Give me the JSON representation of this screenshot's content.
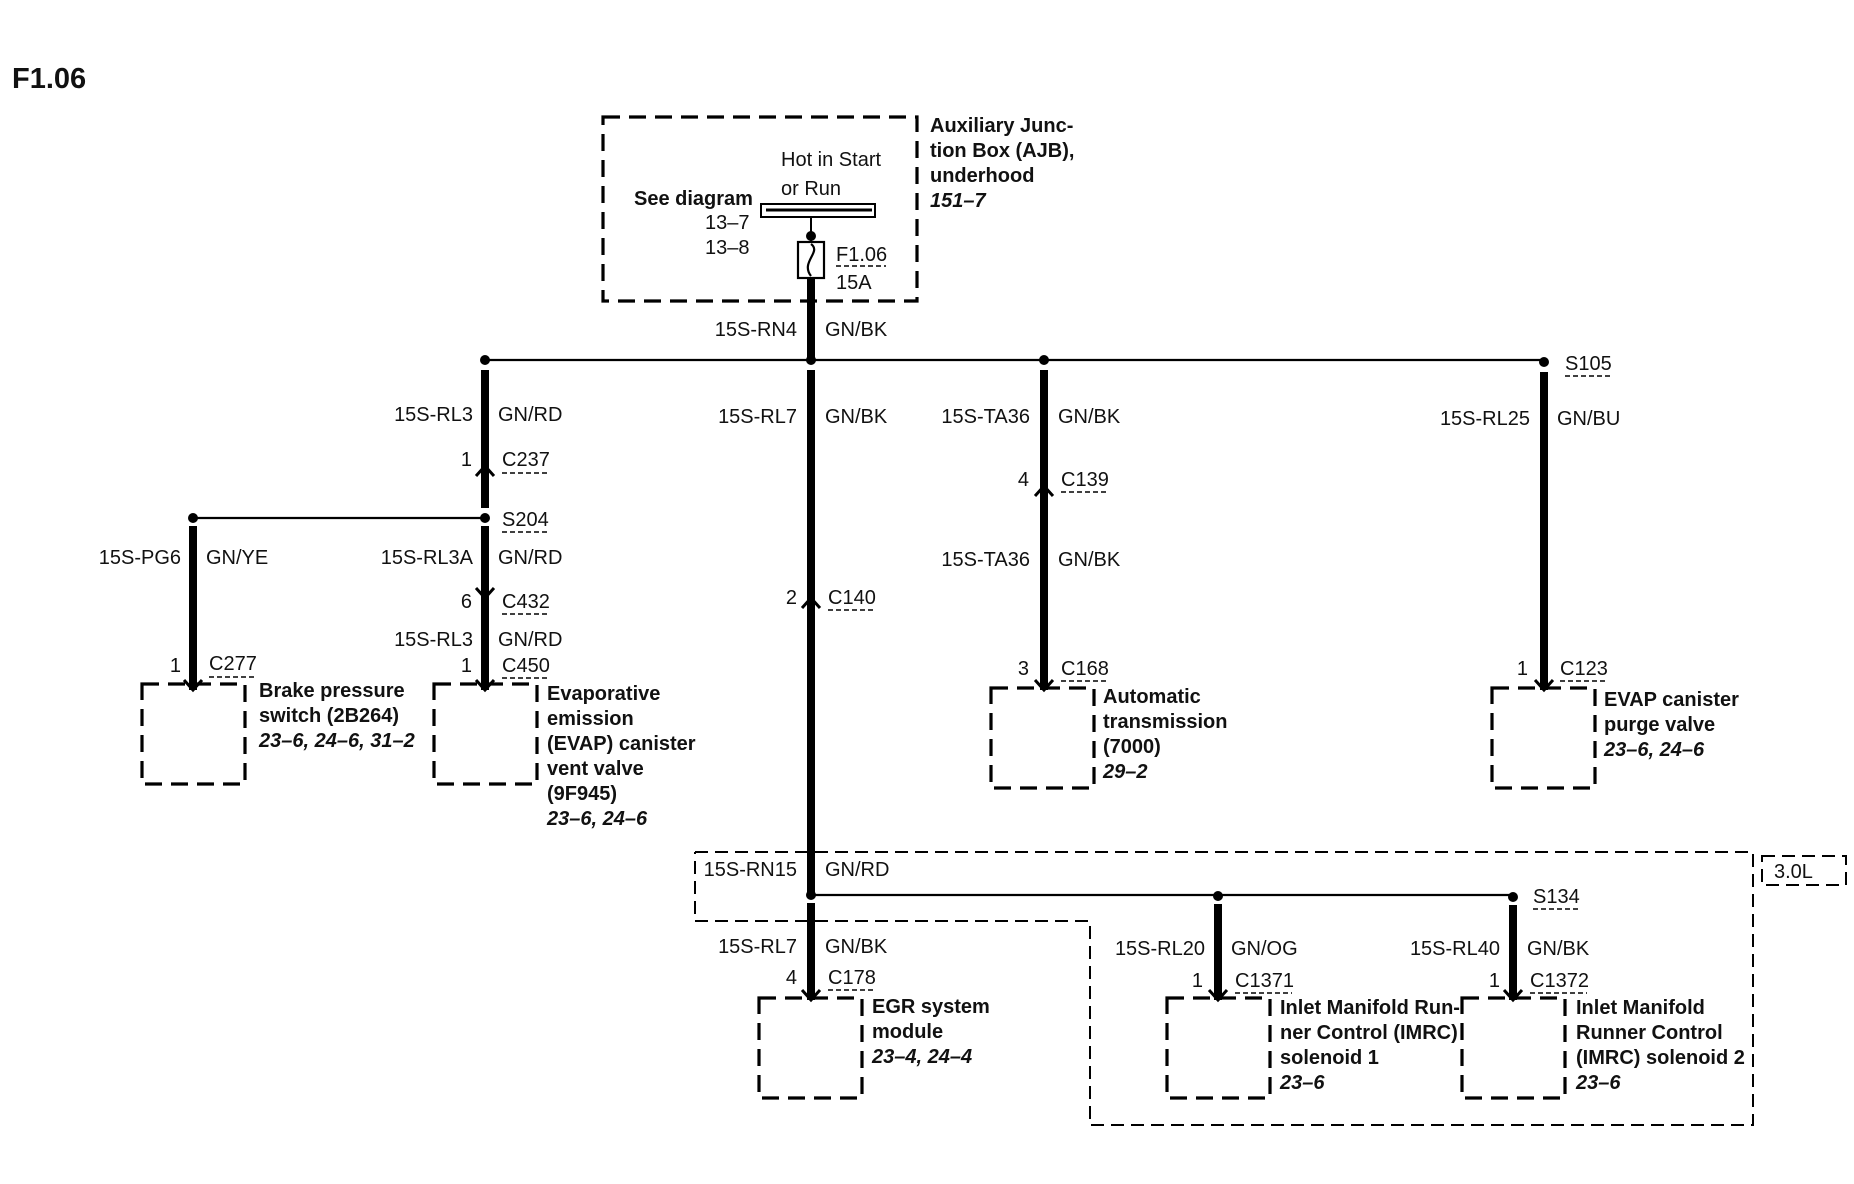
{
  "title": "F1.06",
  "ajb": {
    "name_lines": [
      "Auxiliary Junc-",
      "tion Box (AJB),",
      "underhood"
    ],
    "ref": "151–7",
    "hot_label_lines": [
      "Hot in Start",
      "or Run"
    ],
    "see_diagram": "See diagram",
    "see_refs": [
      "13–7",
      "13–8"
    ],
    "fuse_name": "F1.06",
    "fuse_rating": "15A"
  },
  "wires": {
    "main_feed": {
      "circuit": "15S-RN4",
      "color": "GN/BK"
    },
    "rl3_top": {
      "circuit": "15S-RL3",
      "color": "GN/RD"
    },
    "rl7_top": {
      "circuit": "15S-RL7",
      "color": "GN/BK"
    },
    "ta36_top": {
      "circuit": "15S-TA36",
      "color": "GN/BK"
    },
    "ta36_bottom": {
      "circuit": "15S-TA36",
      "color": "GN/BK"
    },
    "rl25": {
      "circuit": "15S-RL25",
      "color": "GN/BU"
    },
    "pg6": {
      "circuit": "15S-PG6",
      "color": "GN/YE"
    },
    "rl3a": {
      "circuit": "15S-RL3A",
      "color": "GN/RD"
    },
    "rl3_bottom": {
      "circuit": "15S-RL3",
      "color": "GN/RD"
    },
    "rn15": {
      "circuit": "15S-RN15",
      "color": "GN/RD"
    },
    "rl7_bottom": {
      "circuit": "15S-RL7",
      "color": "GN/BK"
    },
    "rl20": {
      "circuit": "15S-RL20",
      "color": "GN/OG"
    },
    "rl40": {
      "circuit": "15S-RL40",
      "color": "GN/BK"
    }
  },
  "splices": {
    "s105": "S105",
    "s204": "S204",
    "s134": "S134"
  },
  "connectors": {
    "c237": {
      "id": "C237",
      "pin": "1"
    },
    "c432": {
      "id": "C432",
      "pin": "6"
    },
    "c450": {
      "id": "C450",
      "pin": "1"
    },
    "c277": {
      "id": "C277",
      "pin": "1"
    },
    "c140": {
      "id": "C140",
      "pin": "2"
    },
    "c139": {
      "id": "C139",
      "pin": "4"
    },
    "c168": {
      "id": "C168",
      "pin": "3"
    },
    "c123": {
      "id": "C123",
      "pin": "1"
    },
    "c178": {
      "id": "C178",
      "pin": "4"
    },
    "c1371": {
      "id": "C1371",
      "pin": "1"
    },
    "c1372": {
      "id": "C1372",
      "pin": "1"
    }
  },
  "components": {
    "brake": {
      "lines": [
        "Brake pressure",
        "switch (2B264)"
      ],
      "ref": "23–6, 24–6, 31–2"
    },
    "evap_vent": {
      "lines": [
        "Evaporative",
        "emission",
        "(EVAP) canister",
        "vent valve",
        "(9F945)"
      ],
      "ref": "23–6, 24–6"
    },
    "trans": {
      "lines": [
        "Automatic",
        "transmission",
        "(7000)"
      ],
      "ref": "29–2"
    },
    "evap_purge": {
      "lines": [
        "EVAP canister",
        "purge valve"
      ],
      "ref": "23–6, 24–6"
    },
    "egr": {
      "lines": [
        "EGR system",
        "module"
      ],
      "ref": "23–4, 24–4"
    },
    "imrc1": {
      "lines": [
        "Inlet Manifold Run-",
        "ner Control (IMRC)",
        "solenoid 1"
      ],
      "ref": "23–6"
    },
    "imrc2": {
      "lines": [
        "Inlet Manifold",
        "Runner Control",
        "(IMRC) solenoid 2"
      ],
      "ref": "23–6"
    }
  },
  "option_tag": "3.0L"
}
